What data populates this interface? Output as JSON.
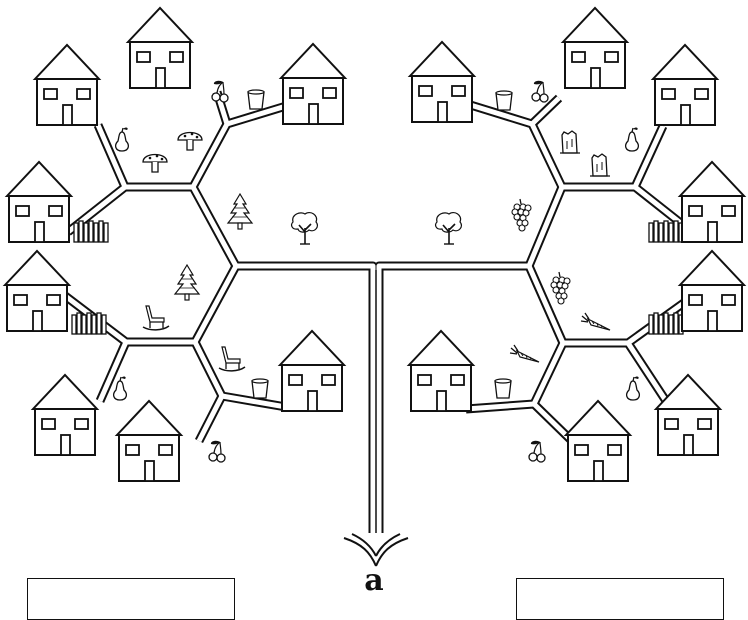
{
  "label": "a",
  "colors": {
    "ink": "#111111",
    "paper": "#ffffff"
  },
  "houses": [
    {
      "side": "left",
      "branch": "upper-outer"
    },
    {
      "side": "left",
      "branch": "upper-top"
    },
    {
      "side": "left",
      "branch": "upper-inner"
    },
    {
      "side": "left",
      "branch": "middle-upper"
    },
    {
      "side": "left",
      "branch": "middle-lower"
    },
    {
      "side": "left",
      "branch": "lower-outer"
    },
    {
      "side": "left",
      "branch": "lower-mid"
    },
    {
      "side": "left",
      "branch": "lower-inner"
    },
    {
      "side": "right",
      "branch": "upper-inner"
    },
    {
      "side": "right",
      "branch": "upper-top"
    },
    {
      "side": "right",
      "branch": "upper-outer"
    },
    {
      "side": "right",
      "branch": "middle-upper"
    },
    {
      "side": "right",
      "branch": "middle-lower"
    },
    {
      "side": "right",
      "branch": "lower-inner"
    },
    {
      "side": "right",
      "branch": "lower-mid"
    },
    {
      "side": "right",
      "branch": "lower-outer"
    }
  ],
  "items": [
    "pear-icon",
    "mushroom-icon",
    "mushroom-icon",
    "cherries-icon",
    "cup-icon",
    "pine-tree-icon",
    "pine-tree-icon",
    "deciduous-tree-icon",
    "rocking-chair-icon",
    "rocking-chair-icon",
    "cup-icon",
    "pear-icon",
    "cherries-icon",
    "cup-icon",
    "cherries-icon",
    "stump-icon",
    "stump-icon",
    "pear-icon",
    "deciduous-tree-icon",
    "grapes-icon",
    "grapes-icon",
    "carrot-icon",
    "carrot-icon",
    "cup-icon",
    "pear-icon",
    "cherries-icon",
    "fence-icon"
  ]
}
